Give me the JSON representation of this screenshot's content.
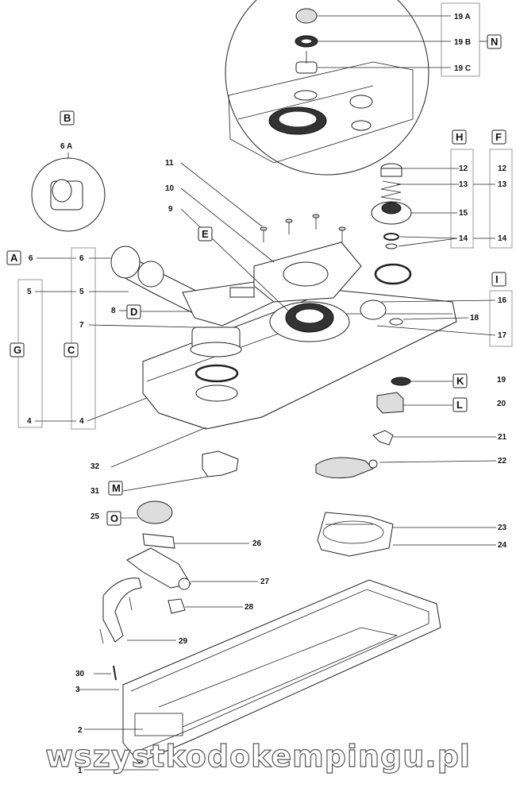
{
  "letters": {
    "A": "A",
    "B": "B",
    "C": "C",
    "D": "D",
    "E": "E",
    "F": "F",
    "G": "G",
    "H": "H",
    "I": "I",
    "K": "K",
    "L": "L",
    "M": "M",
    "N": "N",
    "O": "O"
  },
  "parts": {
    "p1": "1",
    "p2": "2",
    "p3": "3",
    "p4a": "4",
    "p4b": "4",
    "p5a": "5",
    "p5b": "5",
    "p6a": "6",
    "p6b": "6",
    "p6A": "6 A",
    "p7": "7",
    "p8": "8",
    "p9": "9",
    "p10": "10",
    "p11": "11",
    "p12a": "12",
    "p12b": "12",
    "p13a": "13",
    "p13b": "13",
    "p14a": "14",
    "p14b": "14",
    "p15": "15",
    "p16": "16",
    "p17": "17",
    "p18": "18",
    "p19": "19",
    "p19A": "19 A",
    "p19B": "19 B",
    "p19C": "19 C",
    "p20": "20",
    "p21": "21",
    "p22": "22",
    "p23": "23",
    "p24": "24",
    "p25": "25",
    "p26": "26",
    "p27": "27",
    "p28": "28",
    "p29": "29",
    "p30": "30",
    "p31": "31",
    "p32": "32"
  },
  "watermark": "wszystkodokempingu.pl"
}
